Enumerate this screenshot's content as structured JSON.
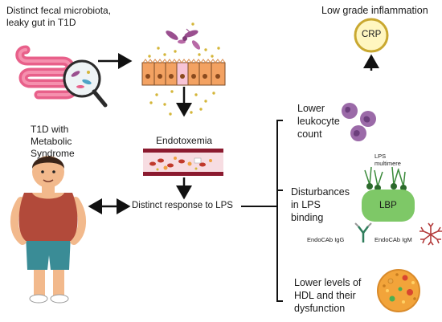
{
  "labels": {
    "microbiota_line1": "Distinct fecal microbiota,",
    "microbiota_line2": "leaky gut in T1D",
    "low_grade_inflammation": "Low grade inflammation",
    "crp": "CRP",
    "t1d_line1": "T1D with",
    "t1d_line2": "Metabolic",
    "t1d_line3": "Syndrome",
    "endotoxemia": "Endotoxemia",
    "distinct_response": "Distinct response to LPS",
    "lower_leukocyte_line1": "Lower",
    "lower_leukocyte_line2": "leukocyte",
    "lower_leukocyte_line3": "count",
    "lps_multimere_line1": "LPS",
    "lps_multimere_line2": "multimere",
    "disturbances_line1": "Disturbances",
    "disturbances_line2": "in LPS",
    "disturbances_line3": "binding",
    "lbp": "LBP",
    "endocab_igg": "EndoCAb IgG",
    "endocab_igm": "EndoCAb IgM",
    "hdl_line1": "Lower levels of",
    "hdl_line2": "HDL and their",
    "hdl_line3": "dysfunction"
  },
  "colors": {
    "intestine": "#e8608a",
    "cell": "#f3a262",
    "cell_nucleus": "#8a4a1e",
    "bacteria": "#9a4f8f",
    "lps_dot": "#d4b63a",
    "crp_fill": "#fff6c0",
    "crp_ring": "#c9a830",
    "leukocyte": "#9b6aa8",
    "lbp": "#7ec867",
    "vessel": "#8b1a2f",
    "hdl": "#f2a43a"
  }
}
